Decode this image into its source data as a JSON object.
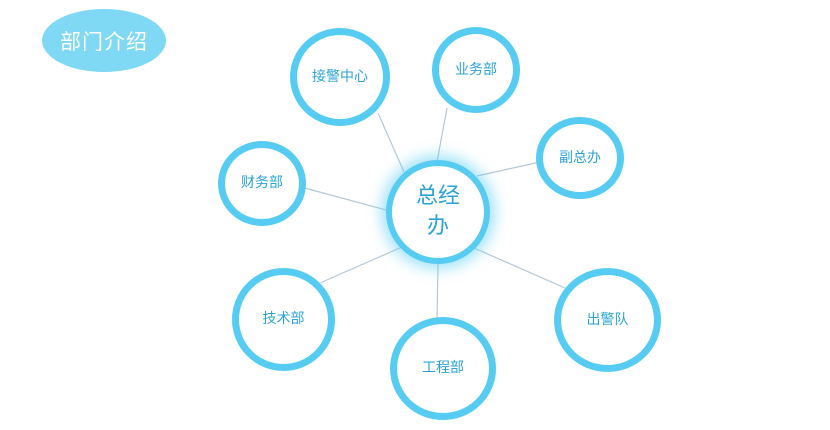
{
  "title": "部门介绍",
  "diagram": {
    "center": "总经办",
    "branches": [
      {
        "id": "jiejing",
        "label": "接警中心"
      },
      {
        "id": "yewu",
        "label": "业务部"
      },
      {
        "id": "fuzong",
        "label": "副总办"
      },
      {
        "id": "caiwu",
        "label": "财务部"
      },
      {
        "id": "jishu",
        "label": "技术部"
      },
      {
        "id": "gongcheng",
        "label": "工程部"
      },
      {
        "id": "chujing",
        "label": "出警队"
      }
    ]
  },
  "colors": {
    "ring": "#56ccf2",
    "title_pill": "#7fd8f4",
    "node_text": "#2aa3d6",
    "connector": "#b5c8d8"
  }
}
